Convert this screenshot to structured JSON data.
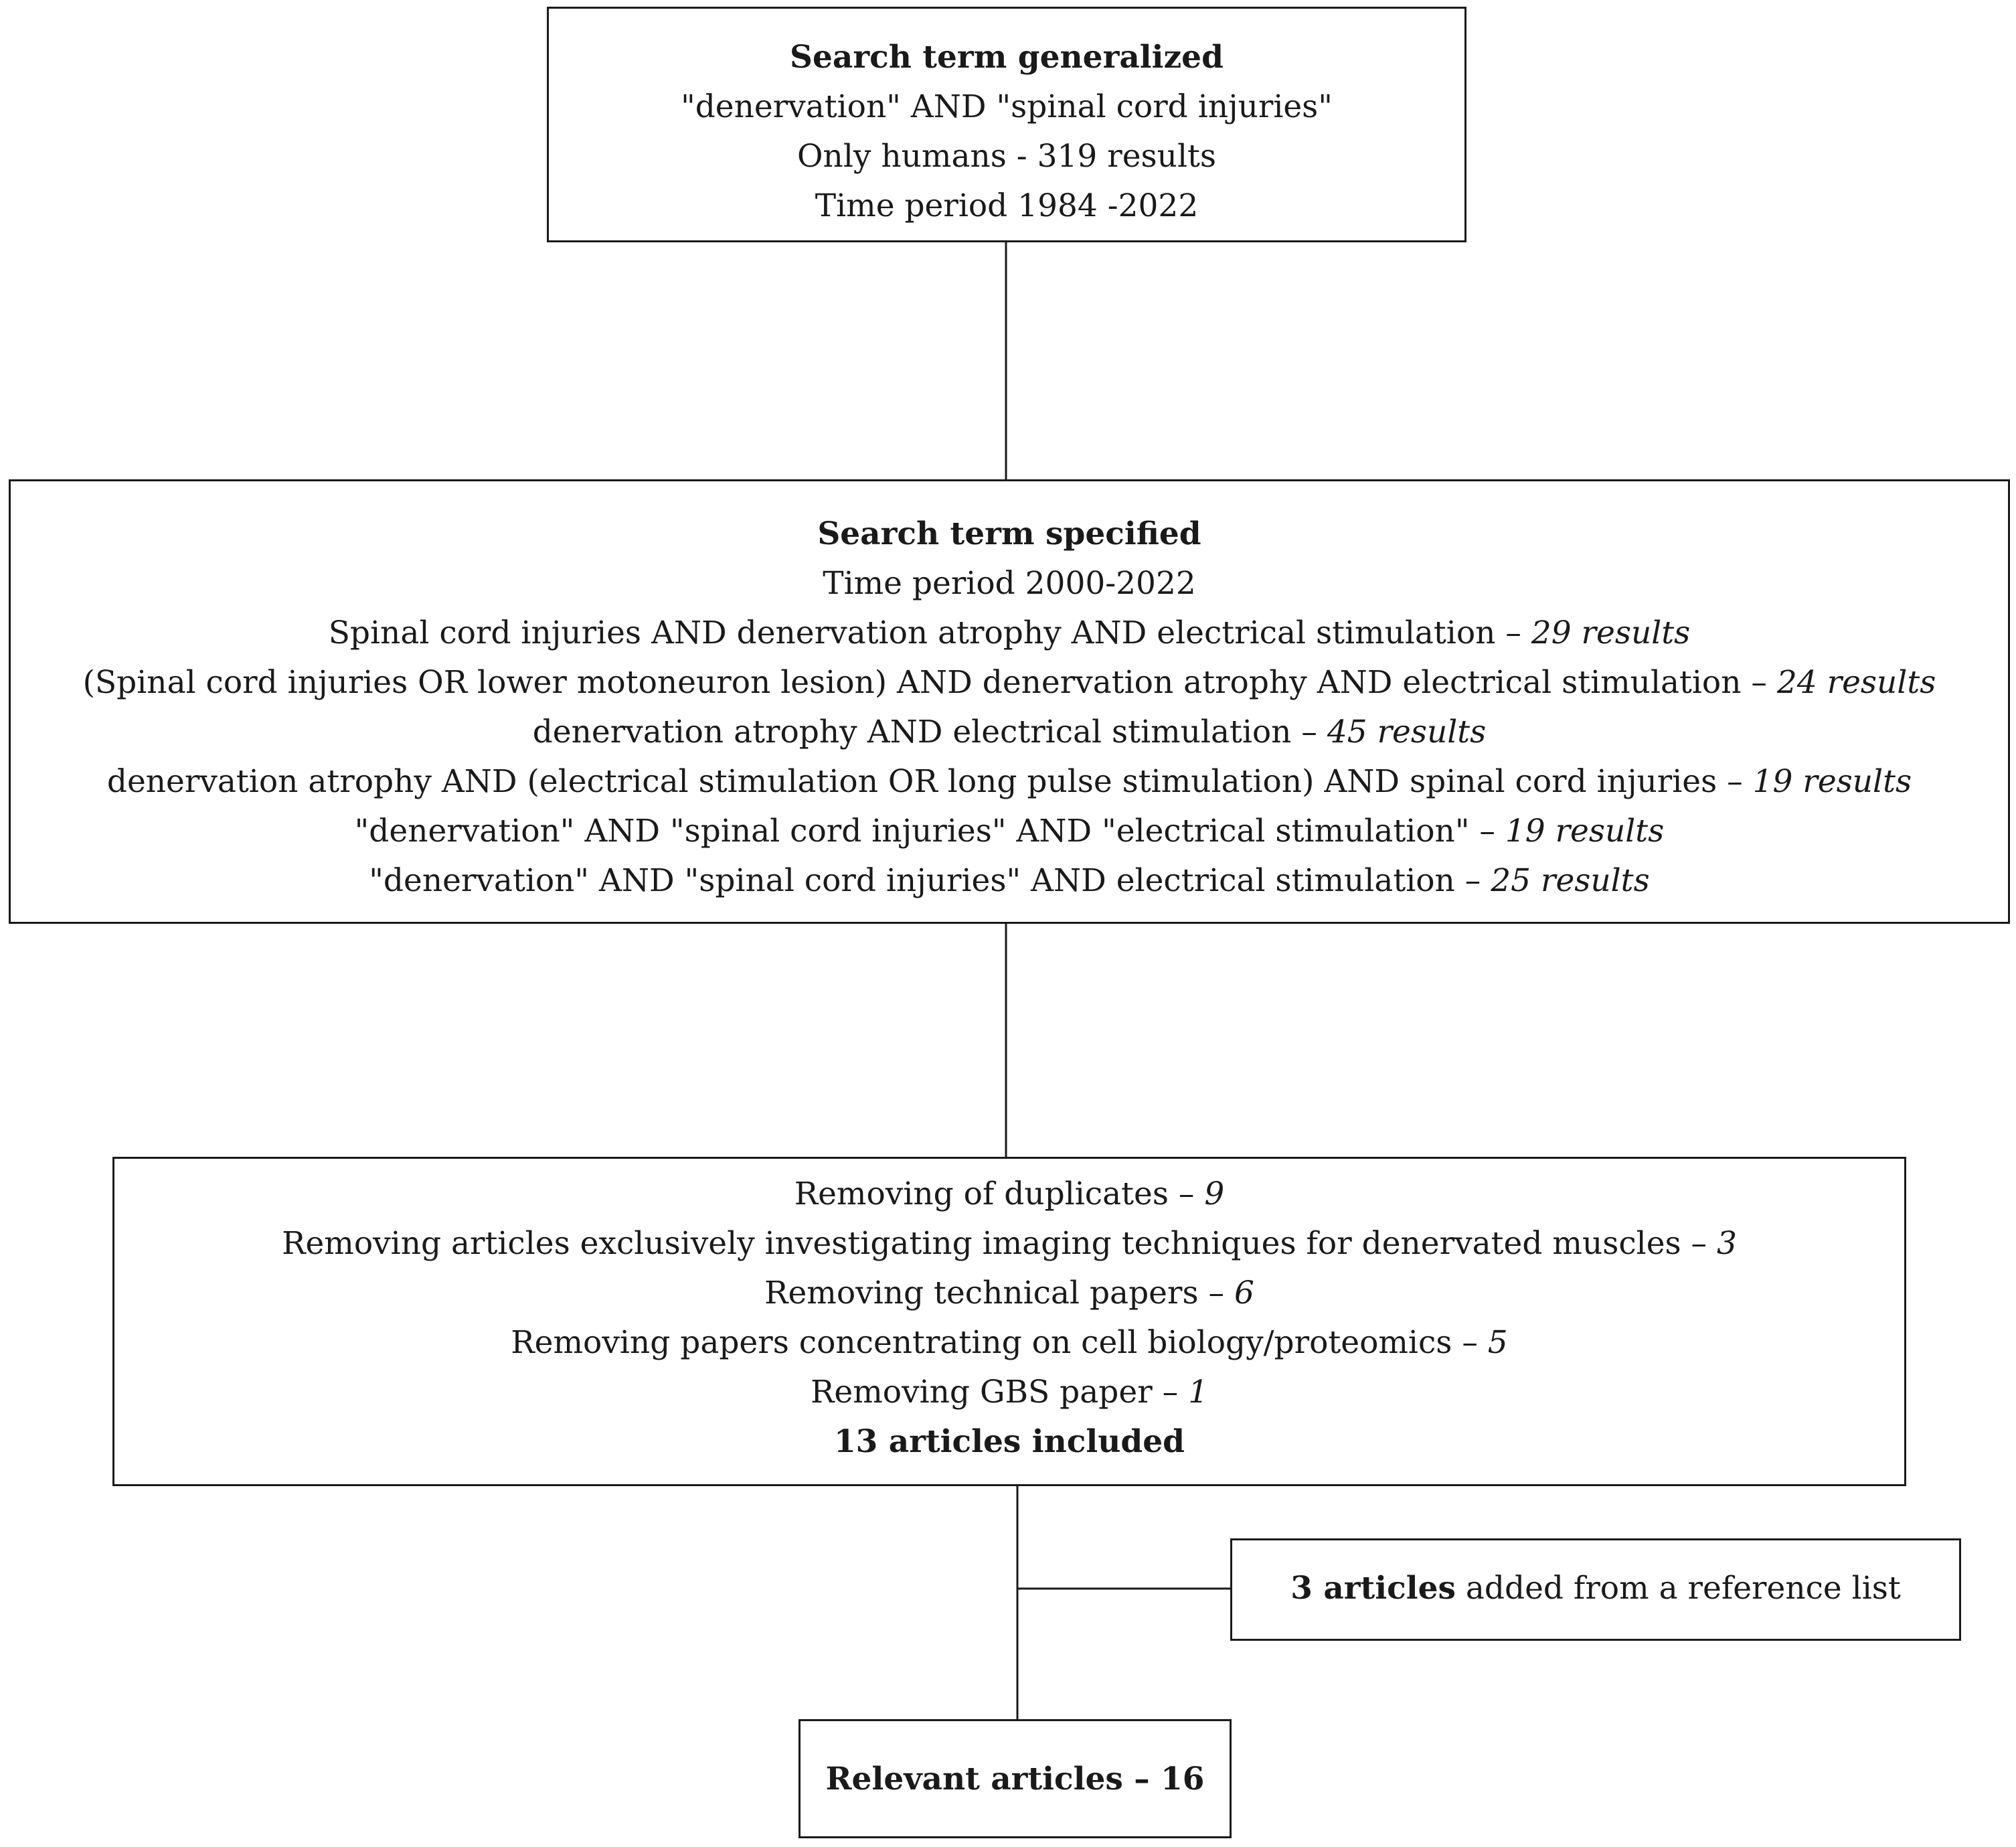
{
  "box_generalized": {
    "title": "Search term generalized",
    "lines": [
      "\"denervation\" AND \"spinal cord injuries\"",
      "Only humans - 319 results",
      "Time period 1984 -2022"
    ]
  },
  "box_specified": {
    "title": "Search term specified",
    "period": "Time period 2000-2022",
    "queries": [
      {
        "text": "Spinal cord injuries AND denervation atrophy AND electrical stimulation –",
        "count": "29 results"
      },
      {
        "text": "(Spinal cord injuries OR lower motoneuron lesion) AND denervation atrophy AND electrical stimulation –",
        "count": "24 results"
      },
      {
        "text": "denervation atrophy AND electrical stimulation –",
        "count": "45 results"
      },
      {
        "text": "denervation atrophy AND (electrical stimulation OR long pulse stimulation) AND spinal cord injuries –",
        "count": "19 results"
      },
      {
        "text": "\"denervation\" AND \"spinal cord injuries\" AND \"electrical stimulation\" –",
        "count": "19 results"
      },
      {
        "text": "\"denervation\" AND \"spinal cord injuries\" AND electrical stimulation –",
        "count": "25 results"
      }
    ]
  },
  "box_exclusions": {
    "items": [
      {
        "text": "Removing of duplicates –",
        "count": "9"
      },
      {
        "text": "Removing articles exclusively investigating imaging techniques for denervated muscles –",
        "count": "3"
      },
      {
        "text": "Removing technical papers –",
        "count": "6"
      },
      {
        "text": "Removing papers concentrating on cell biology/proteomics –",
        "count": "5"
      },
      {
        "text": "Removing GBS paper –",
        "count": "1"
      }
    ],
    "total": "13 articles included"
  },
  "box_added": {
    "bold": "3 articles",
    "rest": "added from a reference list"
  },
  "box_final": {
    "label": "Relevant articles – 16"
  },
  "colors": {
    "stroke": "#1a1a1a",
    "background": "#ffffff"
  }
}
